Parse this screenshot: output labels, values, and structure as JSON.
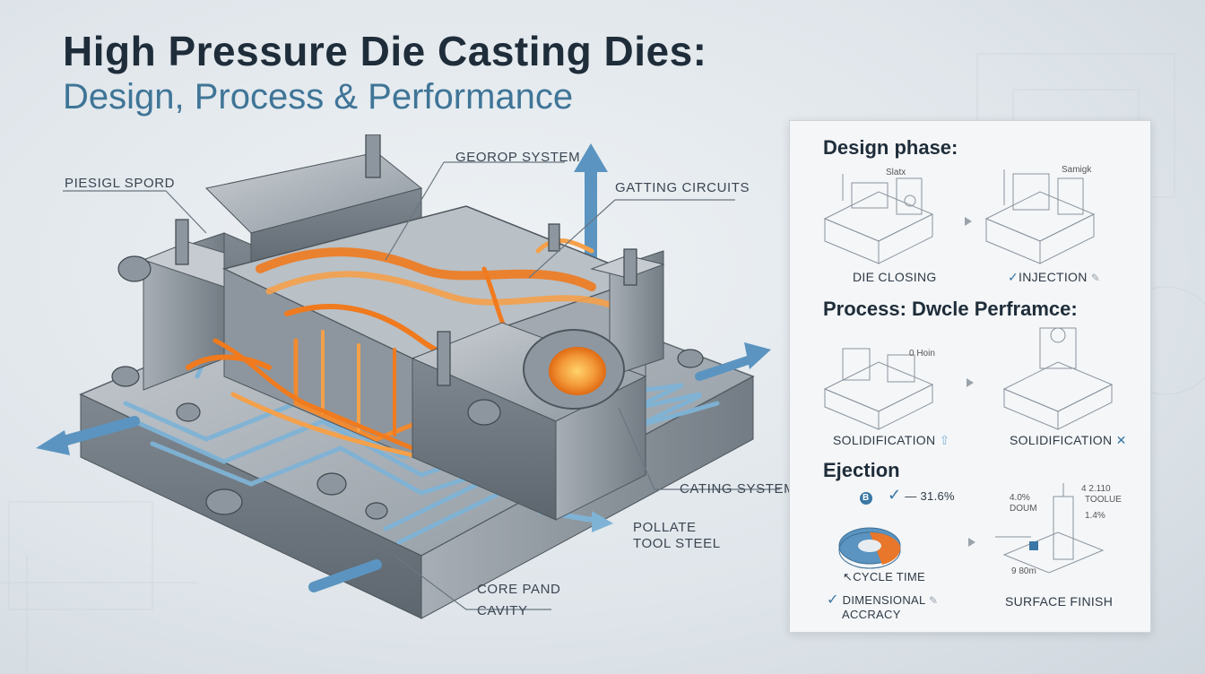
{
  "header": {
    "title": "High Pressure Die Casting Dies:",
    "subtitle": "Design, Process & Performance"
  },
  "callouts": {
    "piesigl_spord": "PIESIGL SPORD",
    "georop_system": "GEOROP SYSTEM",
    "gatting_circuits": "GATTING CIRCUITS",
    "cating_system": "CATING SYSTEM",
    "pollate": "POLLATE",
    "tool_steel": "TOOL STEEL",
    "core_pand": "CORE PAND",
    "cavity": "CAVITY"
  },
  "panel": {
    "design_heading": "Design phase:",
    "design_step1_label": "DIE CLOSING",
    "design_step2_label": "INJECTION",
    "design_sketch1_tag": "Slatx",
    "design_sketch2_tag": "Samigk",
    "process_heading": "Process: Dwcle Perframce:",
    "process_step1_label": "SOLIDIFICATION",
    "process_step2_label": "SOLIDIFICATION",
    "process_sketch1_tag": "0 Hoin",
    "ejection_heading": "Ejection",
    "ejection_percent": "31.6%",
    "ejection_badge": "B",
    "cycle_time_label": "CYCLE TIME",
    "dimensional_label_1": "DIMENSIONAL",
    "dimensional_label_2": "ACCRACY",
    "surface_finish_label": "SURFACE FINISH",
    "ejector_annot_1": "4 2.110",
    "ejector_annot_2": "TOOLUE",
    "ejector_annot_3": "4.0%",
    "ejector_annot_4": "DOUM",
    "ejector_annot_5": "1.4%",
    "ejector_annot_6": "9 80m"
  },
  "colors": {
    "title": "#1f2d3a",
    "subtitle": "#3f7597",
    "steel": "#9aa3ab",
    "hot_channel": "#f07a1e",
    "cooling_channel": "#7fb3d6",
    "arrow_blue": "#5b94c0"
  }
}
